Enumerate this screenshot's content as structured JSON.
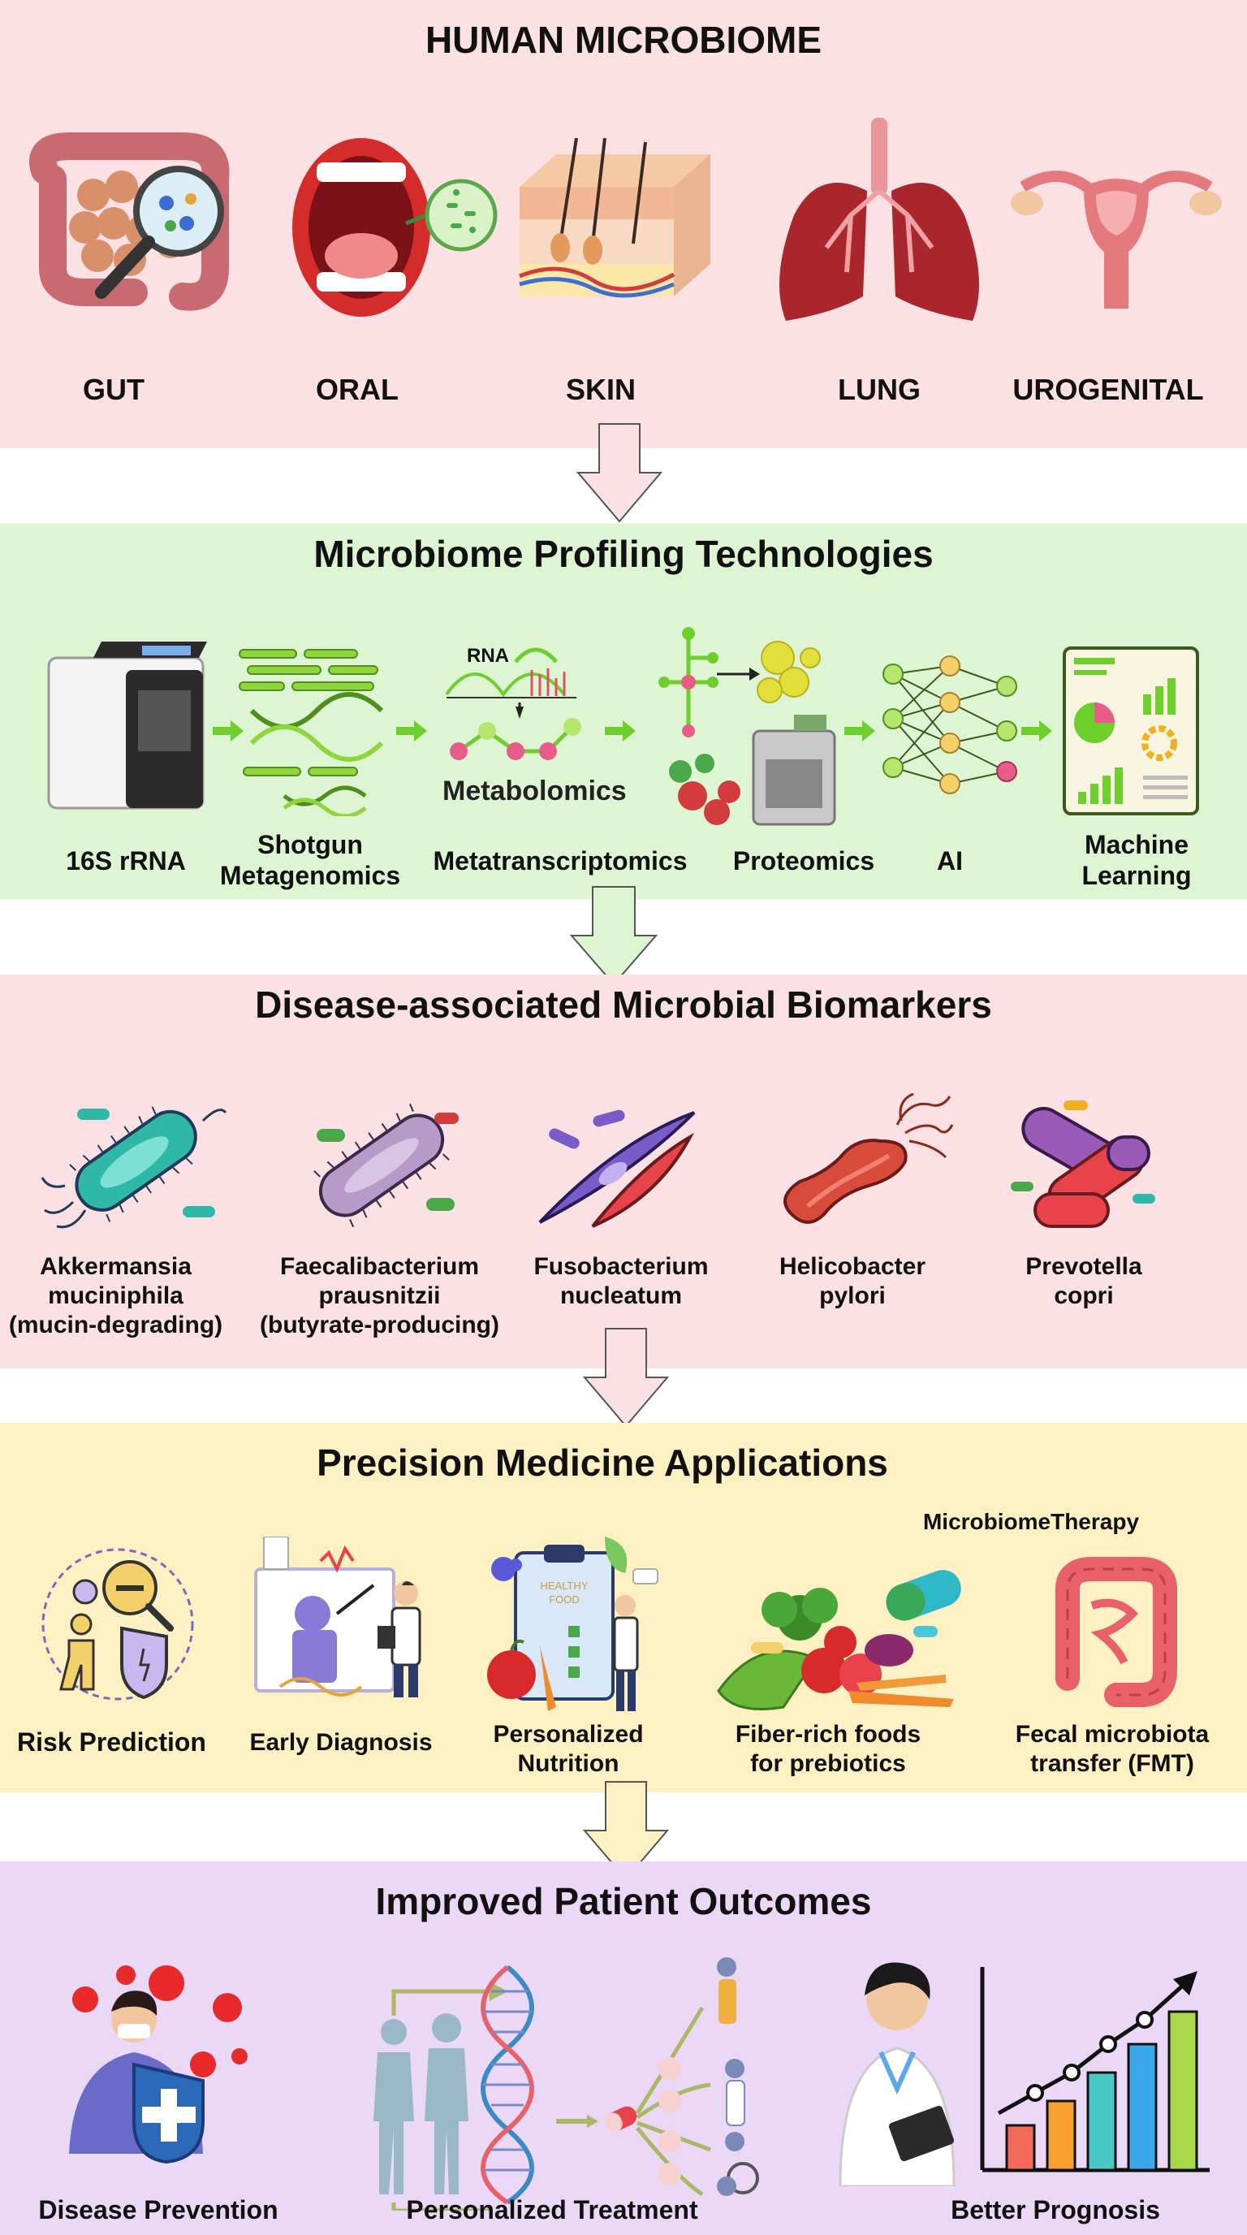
{
  "colors": {
    "band1": "#fbe1e3",
    "band2": "#def5d4",
    "band3": "#fbe1e3",
    "band4": "#fdf1c4",
    "band5": "#ead8f6"
  },
  "section1": {
    "title": "HUMAN MICROBIOME",
    "items": [
      {
        "label": "GUT",
        "icon": "intestine-icon"
      },
      {
        "label": "ORAL",
        "icon": "mouth-icon"
      },
      {
        "label": "SKIN",
        "icon": "skin-icon"
      },
      {
        "label": "LUNG",
        "icon": "lung-icon"
      },
      {
        "label": "UROGENITAL",
        "icon": "uterus-icon"
      }
    ]
  },
  "section2": {
    "title": "Microbiome Profiling Technologies",
    "metabolomics_caption": "Metabolomics",
    "rna_caption": "RNA",
    "items": [
      {
        "label": "16S rRNA",
        "icon": "sequencer-icon"
      },
      {
        "label": "Shotgun\nMetagenomics",
        "icon": "dna-fragments-icon"
      },
      {
        "label": "Metatranscriptomics",
        "icon": "rna-metabolomics-icon"
      },
      {
        "label": "Proteomics",
        "icon": "proteomics-icon"
      },
      {
        "label": "AI",
        "icon": "neural-network-icon"
      },
      {
        "label": "Machine\nLearning",
        "icon": "ml-report-icon"
      }
    ]
  },
  "section3": {
    "title": "Disease-associated Microbial Biomarkers",
    "items": [
      {
        "label": "Akkermansia\nmuciniphila\n(mucin-degrading)",
        "icon": "akkermansia-icon"
      },
      {
        "label": "Faecalibacterium\nprausnitzii\n(butyrate-producing)",
        "icon": "faecalibacterium-icon"
      },
      {
        "label": "Fusobacterium\nnucleatum",
        "icon": "fusobacterium-icon"
      },
      {
        "label": "Helicobacter\npylori",
        "icon": "helicobacter-icon"
      },
      {
        "label": "Prevotella\ncopri",
        "icon": "prevotella-icon"
      }
    ]
  },
  "section4": {
    "title": "Precision Medicine Applications",
    "therapy_label": "MicrobiomeTherapy",
    "healthy_food_text": "HEALTHY\nFOOD",
    "items": [
      {
        "label": "Risk Prediction",
        "icon": "risk-prediction-icon"
      },
      {
        "label": "Early Diagnosis",
        "icon": "early-diagnosis-icon"
      },
      {
        "label": "Personalized\nNutrition",
        "icon": "nutrition-clipboard-icon"
      },
      {
        "label": "Fiber-rich foods\nfor prebiotics",
        "icon": "vegetables-icon"
      },
      {
        "label": "Fecal microbiota\ntransfer (FMT)",
        "icon": "colon-icon"
      }
    ]
  },
  "section5": {
    "title": "Improved Patient Outcomes",
    "items": [
      {
        "label": "Disease Prevention",
        "icon": "shield-person-icon"
      },
      {
        "label": "Personalized Treatment",
        "icon": "dna-treatment-icon"
      },
      {
        "label": "Better Prognosis",
        "icon": "doctor-growth-chart-icon"
      }
    ]
  }
}
